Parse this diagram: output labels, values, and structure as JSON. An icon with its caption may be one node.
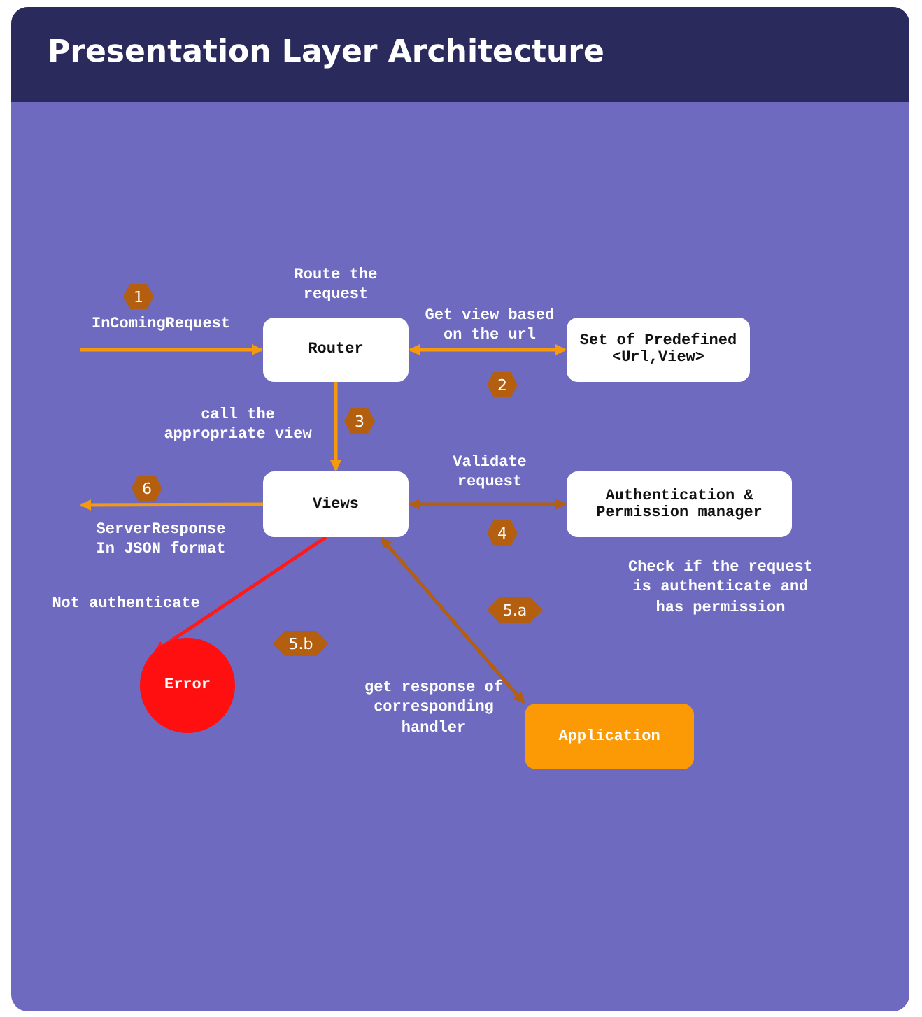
{
  "diagram": {
    "title": "Presentation Layer Architecture",
    "nodes": [
      {
        "text": [
          "Router"
        ],
        "beside": [
          "Route the request"
        ]
      },
      {
        "text": [
          "Set of Predefined <Url,View>"
        ]
      },
      {
        "text": [
          "Views"
        ]
      },
      {
        "text": [
          "Authentication & Permission manager"
        ],
        "beside": [
          "Check if the request is authenticate and has permission"
        ]
      },
      {
        "text": [
          "Error"
        ]
      },
      {
        "text": [
          "Application"
        ]
      }
    ],
    "edges": [
      {
        "from": null,
        "to": 0,
        "arrow": "to",
        "label": "InComingRequest"
      },
      {
        "from": 0,
        "to": 1,
        "arrow": "both",
        "label": "Get view based on the url"
      },
      {
        "from": 0,
        "to": 2,
        "arrow": "to",
        "label": "call the appropriate view"
      },
      {
        "from": 2,
        "to": 3,
        "arrow": "both",
        "label": "Validate request",
        "color": "#b35f0f"
      },
      {
        "from": 2,
        "to": null,
        "arrow": "to",
        "label": "ServerResponse In JSON format"
      },
      {
        "from": 2,
        "to": 4,
        "arrow": "to",
        "label": "Not authenticate",
        "color": "#ff1a1a"
      },
      {
        "from": 2,
        "to": 5,
        "arrow": "both",
        "label": "get response of corresponding handler",
        "color": "#b35f0f"
      }
    ],
    "labels": [
      "1",
      "2",
      "3",
      "6",
      "4",
      "5.a",
      "5.b"
    ]
  }
}
